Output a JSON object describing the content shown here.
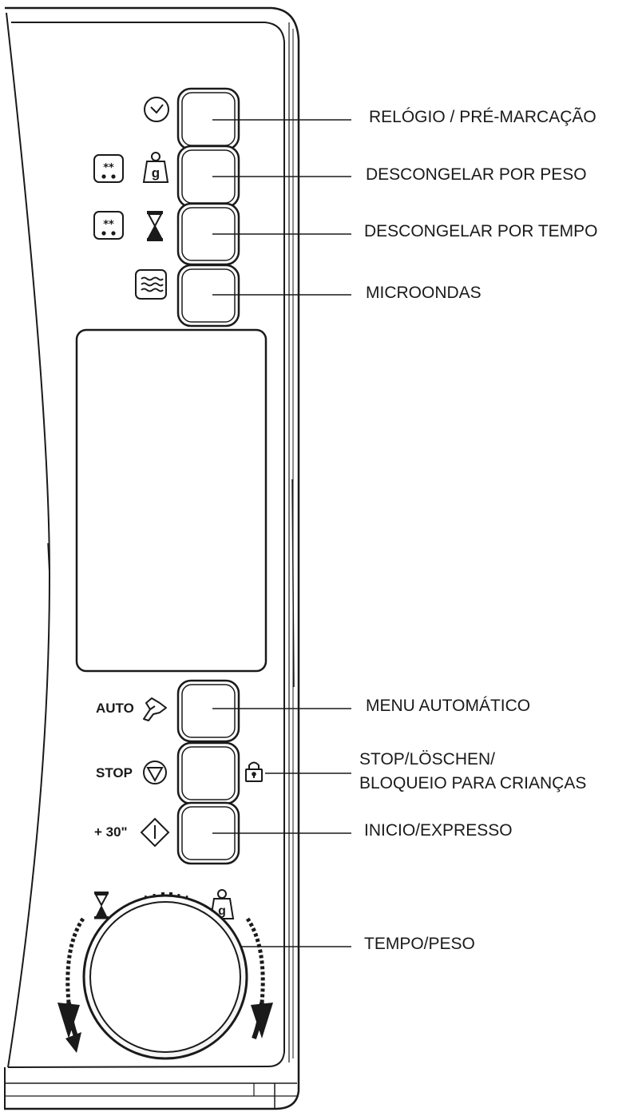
{
  "panel": {
    "buttons": [
      {
        "id": "clock",
        "label": "RELÓGIO / PRÉ-MARCAÇÃO",
        "icons": [
          "clock-icon"
        ]
      },
      {
        "id": "defrost-weight",
        "label": "DESCONGELAR POR PESO",
        "icons": [
          "defrost-icon",
          "weight-icon"
        ]
      },
      {
        "id": "defrost-time",
        "label": "DESCONGELAR POR TEMPO",
        "icons": [
          "defrost-icon",
          "hourglass-icon"
        ]
      },
      {
        "id": "microwave",
        "label": "MICROONDAS",
        "icons": [
          "microwave-waves-icon"
        ]
      },
      {
        "id": "auto-menu",
        "label": "MENU AUTOMÁTICO",
        "prefix": "AUTO",
        "icons": [
          "chicken-icon"
        ]
      },
      {
        "id": "stop",
        "label_line1": "STOP/LÖSCHEN/",
        "label_line2": "BLOQUEIO PARA CRIANÇAS",
        "prefix": "STOP",
        "icons": [
          "stop-triangle-icon",
          "lock-icon"
        ]
      },
      {
        "id": "start",
        "label": "INICIO/EXPRESSO",
        "prefix": "+ 30\"",
        "icons": [
          "start-diamond-icon"
        ]
      }
    ],
    "knob": {
      "label": "TEMPO/PESO",
      "icons": [
        "hourglass-icon",
        "weight-icon",
        "rotate-left-arrow-icon",
        "rotate-right-arrow-icon"
      ]
    }
  }
}
